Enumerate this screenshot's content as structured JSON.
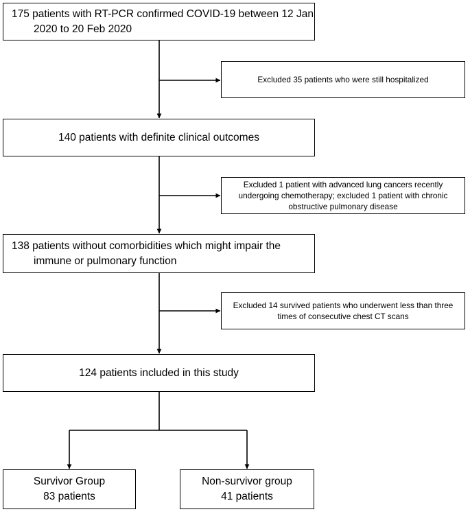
{
  "flowchart": {
    "nodes": {
      "initial_cohort": {
        "lines": [
          "175 patients with RT-PCR confirmed COVID-19 between 12 Jan",
          "2020 to 20 Feb 2020"
        ]
      },
      "exclusion_1": {
        "lines": [
          "Excluded 35 patients who were still hospitalized"
        ]
      },
      "definite_outcomes": {
        "lines": [
          "140 patients with definite clinical outcomes"
        ]
      },
      "exclusion_2": {
        "lines": [
          "Excluded 1 patient with advanced lung cancers recently",
          "undergoing chemotherapy; excluded 1 patient with chronic",
          "obstructive pulmonary disease"
        ]
      },
      "no_comorbidities": {
        "lines": [
          "138 patients without comorbidities which might impair the",
          "immune or pulmonary function"
        ]
      },
      "exclusion_3": {
        "lines": [
          "Excluded 14 survived patients who underwent less than three",
          "times of consecutive chest CT scans"
        ]
      },
      "included": {
        "lines": [
          "124 patients included in this study"
        ]
      },
      "survivor_group": {
        "lines": [
          "Survivor Group",
          "83 patients"
        ]
      },
      "non_survivor_group": {
        "lines": [
          "Non-survivor group",
          "41 patients"
        ]
      }
    },
    "edges": [
      {
        "from": "initial_cohort",
        "to": "exclusion_1"
      },
      {
        "from": "initial_cohort",
        "to": "definite_outcomes"
      },
      {
        "from": "definite_outcomes",
        "to": "exclusion_2"
      },
      {
        "from": "definite_outcomes",
        "to": "no_comorbidities"
      },
      {
        "from": "no_comorbidities",
        "to": "exclusion_3"
      },
      {
        "from": "no_comorbidities",
        "to": "included"
      },
      {
        "from": "included",
        "to": "survivor_group"
      },
      {
        "from": "included",
        "to": "non_survivor_group"
      }
    ],
    "line_color": "#000000",
    "box_border_color": "#000000",
    "background_color": "#ffffff"
  }
}
